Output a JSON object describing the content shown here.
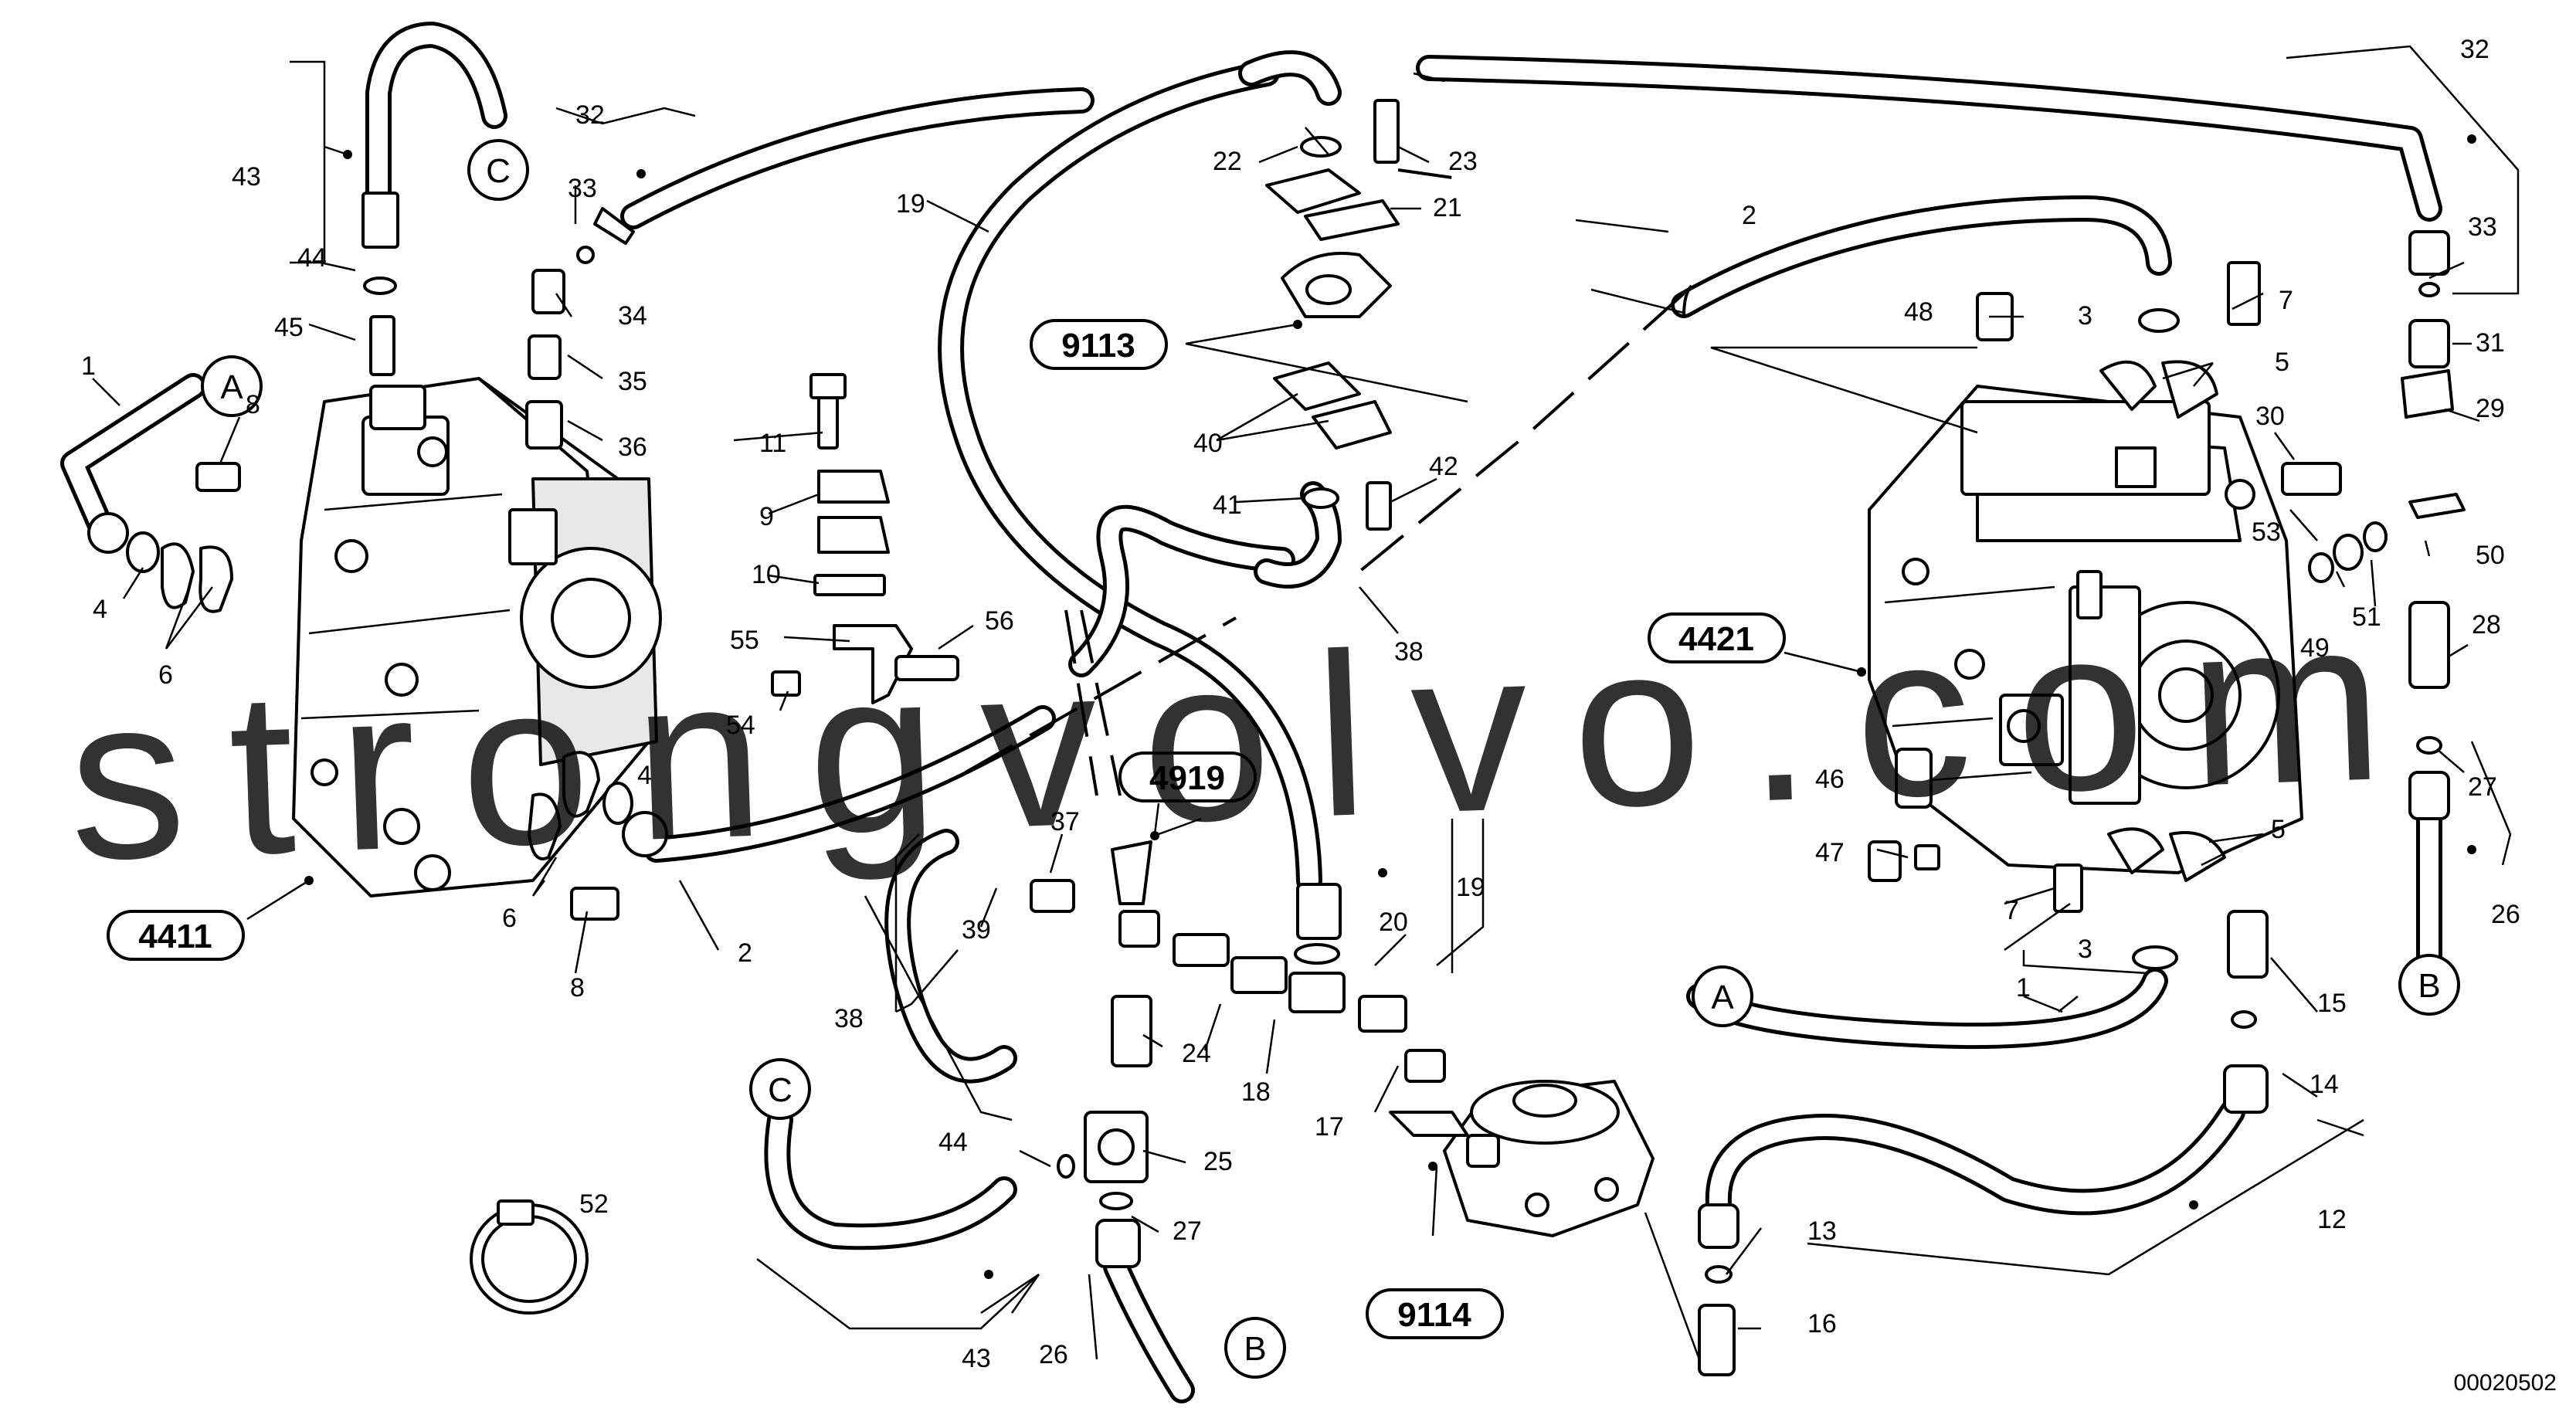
{
  "diagram": {
    "doc_id": "00020502",
    "watermark": "strongvolvo.com",
    "group_labels": [
      "4411",
      "9113",
      "4919",
      "4421",
      "9114"
    ],
    "connector_labels": {
      "a": "A",
      "b": "B",
      "c": "C"
    },
    "callouts": [
      "1",
      "2",
      "3",
      "4",
      "5",
      "6",
      "7",
      "8",
      "9",
      "10",
      "11",
      "12",
      "13",
      "14",
      "15",
      "16",
      "17",
      "18",
      "19",
      "20",
      "21",
      "22",
      "23",
      "24",
      "25",
      "26",
      "27",
      "28",
      "29",
      "30",
      "31",
      "32",
      "33",
      "34",
      "35",
      "36",
      "37",
      "38",
      "39",
      "40",
      "41",
      "42",
      "43",
      "44",
      "45",
      "46",
      "47",
      "48",
      "49",
      "50",
      "51",
      "52",
      "53",
      "54",
      "55",
      "56"
    ]
  }
}
